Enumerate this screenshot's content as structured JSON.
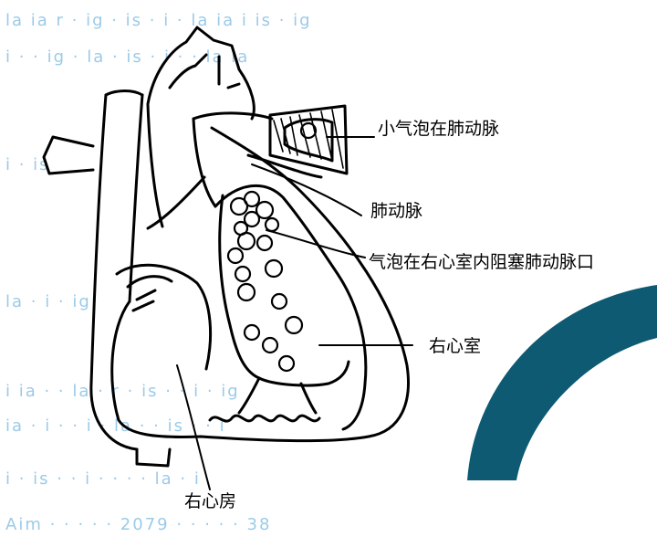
{
  "diagram": {
    "labels": {
      "bubble_in_pa": "小气泡在肺动脉",
      "pulmonary_artery": "肺动脉",
      "bubbles_block_rv": "气泡在右心室内阻塞肺动脉口",
      "right_ventricle": "右心室",
      "right_atrium": "右心房"
    },
    "colors": {
      "line": "#000000",
      "background": "#ffffff",
      "accent_arc": "#0e5a73",
      "bleed_text": "#4aa0d6"
    }
  },
  "background_bleed": {
    "line_1": "la ia  r   ·  ig  ·  is   ·  i   ·  la ia i  is  ·  ig",
    "line_2": "i  ·  ·  ig  ·  la  ·  is   ·  i  ·  ·  la ia",
    "line_3": "i  ·  is",
    "line_4": "la  ·  i  ·  ig",
    "line_5": "i ia  ·  ·  la  ·  r  ·  is  ·  ·  i  ·  ig",
    "line_6": "ia  ·  i   ·  ·  i  ·  la  ·  ·  is  ·  ·  i",
    "line_7": "i  ·  is  ·  ·  i  ·  ·  ·  ·  la  ·  i",
    "line_8": "Aim  ·  ·  ·  ·  ·  2079  ·  ·  ·  ·  ·  38"
  }
}
